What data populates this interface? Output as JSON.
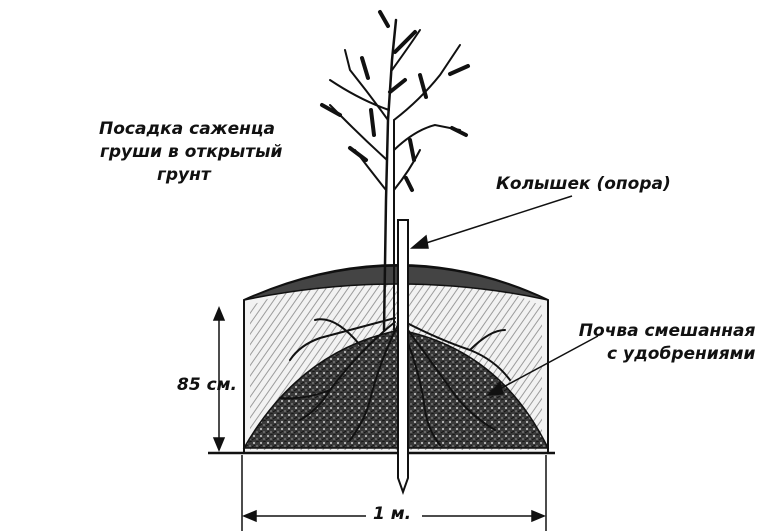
{
  "title": {
    "line1": "Посадка саженца",
    "line2": "груши в открытый",
    "line3": "грунт"
  },
  "labels": {
    "stake": "Колышек (опора)",
    "soil_line1": "Почва смешанная",
    "soil_line2": "с удобрениями",
    "depth": "85 см.",
    "width": "1 м."
  },
  "colors": {
    "ink": "#111111",
    "soil_dark": "#2b2b2b",
    "mound": "#6a6a6a",
    "background": "#ffffff"
  }
}
